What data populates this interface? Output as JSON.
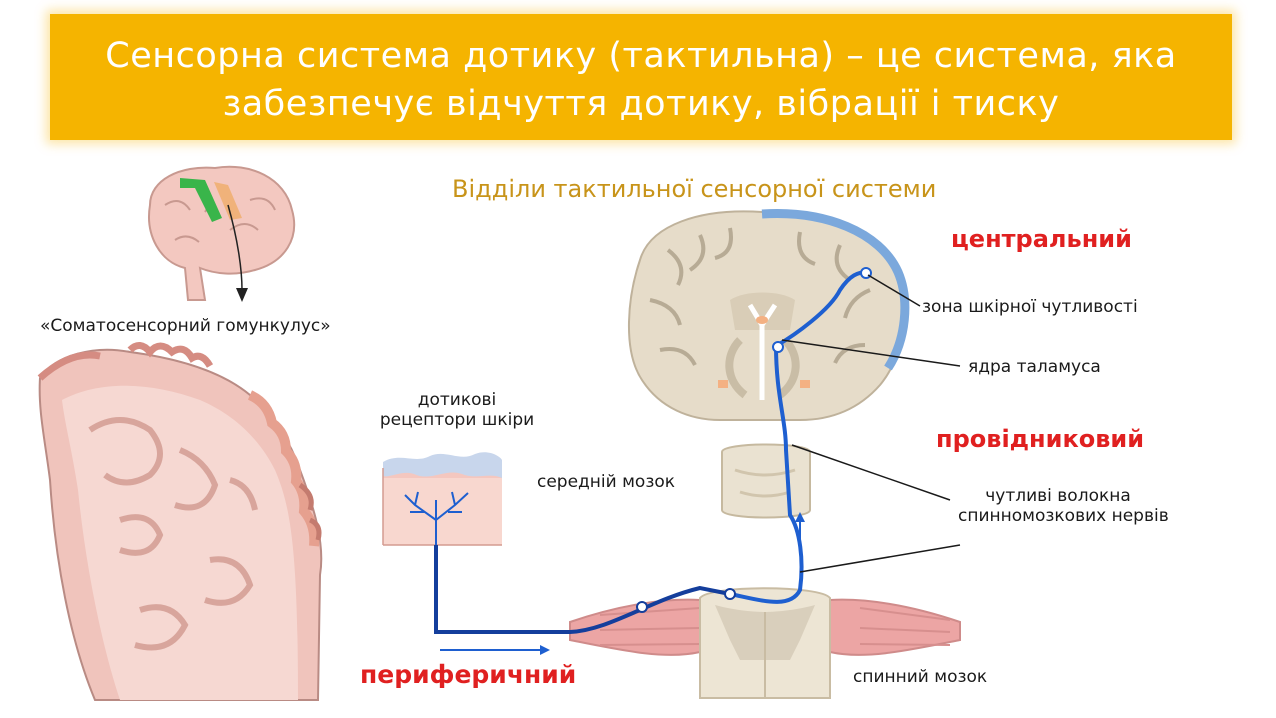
{
  "title": {
    "line1": "Сенсорна система дотику (тактильна) – це система, яка",
    "line2": "забезпечує відчуття дотику, вібрації  і тиску"
  },
  "subtitle": "Відділи тактильної сенсорної системи",
  "homunculus_label": "«Соматосенсорний гомункулус»",
  "sections": {
    "central": "центральний",
    "conducting": "провідниковий",
    "peripheral": "периферичний"
  },
  "labels": {
    "skin_zone": "зона шкірної чутливості",
    "thalamus": "ядра таламуса",
    "midbrain": "середній мозок",
    "fibers_line1": "чутливі волокна",
    "fibers_line2": "спинномозкових нервів",
    "receptors_line1": "дотикові",
    "receptors_line2": "рецептори шкіри",
    "spinal_cord": "спинний мозок"
  },
  "colors": {
    "banner": "#f5b400",
    "subtitle": "#c8941a",
    "section_label": "#e02020",
    "pathway": "#1e5fd0",
    "tissue": "#e8dfd0",
    "brain_pink": "#f0c4bc"
  }
}
